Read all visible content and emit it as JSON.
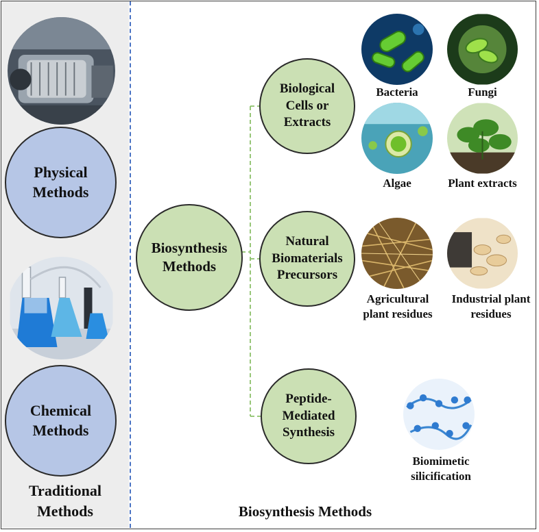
{
  "traditional": {
    "physical": "Physical Methods",
    "chemical": "Chemical Methods",
    "caption_line1": "Traditional",
    "caption_line2": "Methods"
  },
  "biosynthesis": {
    "center": "Biosynthesis Methods",
    "caption": "Biosynthesis Methods",
    "branches": [
      {
        "label": "Biological Cells or Extracts",
        "items": [
          "Bacteria",
          "Fungi",
          "Algae",
          "Plant extracts"
        ]
      },
      {
        "label": "Natural Biomaterials Precursors",
        "items": [
          "Agricultural plant residues",
          "Industrial plant residues"
        ]
      },
      {
        "label": "Peptide-Mediated Synthesis",
        "items": [
          "Biomimetic silicification"
        ]
      }
    ]
  },
  "colors": {
    "blue_circle": "#b6c6e6",
    "green_circle": "#cbe0b4",
    "divider": "#4a73c4",
    "connector": "#8cc06a"
  },
  "icons": [
    "milling-machine-photo",
    "lab-flasks-photo",
    "bacteria-photo",
    "fungi-photo",
    "algae-photo",
    "plant-photo",
    "straw-photo",
    "wood-shavings-photo",
    "peptide-molecule-photo"
  ]
}
